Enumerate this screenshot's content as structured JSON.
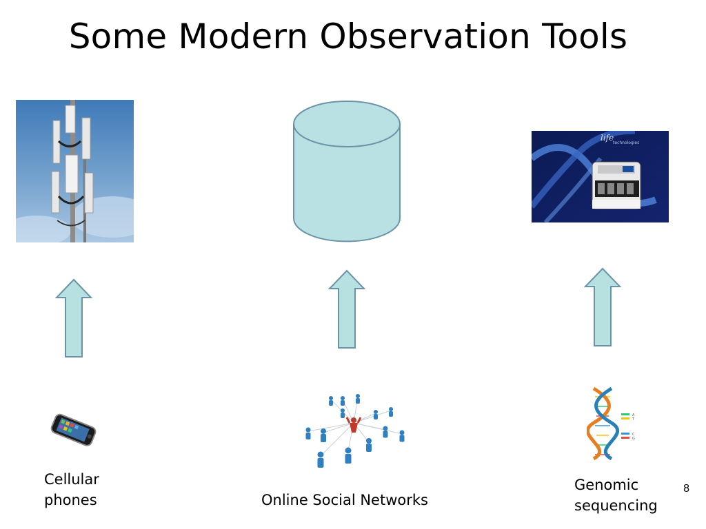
{
  "slide": {
    "title": "Some Modern Observation Tools",
    "page_number": "8"
  },
  "sources": [
    {
      "label": "Cellular phones",
      "label_line1": "Cellular",
      "label_line2": "phones"
    },
    {
      "label": "Online Social Networks"
    },
    {
      "label": "Genomic sequencing",
      "label_line1": "Genomic",
      "label_line2": "sequencing"
    }
  ],
  "destinations": {
    "cell_tower_photo": "cell-tower",
    "database": "database-cylinder",
    "sequencer_photo": "sequencer-machine",
    "sequencer_brand_line1": "life",
    "sequencer_brand_line2": "technologies"
  },
  "colors": {
    "arrow_fill": "#b7e0e1",
    "arrow_stroke": "#6a93a8",
    "cylinder_fill": "#b9e1e3"
  }
}
